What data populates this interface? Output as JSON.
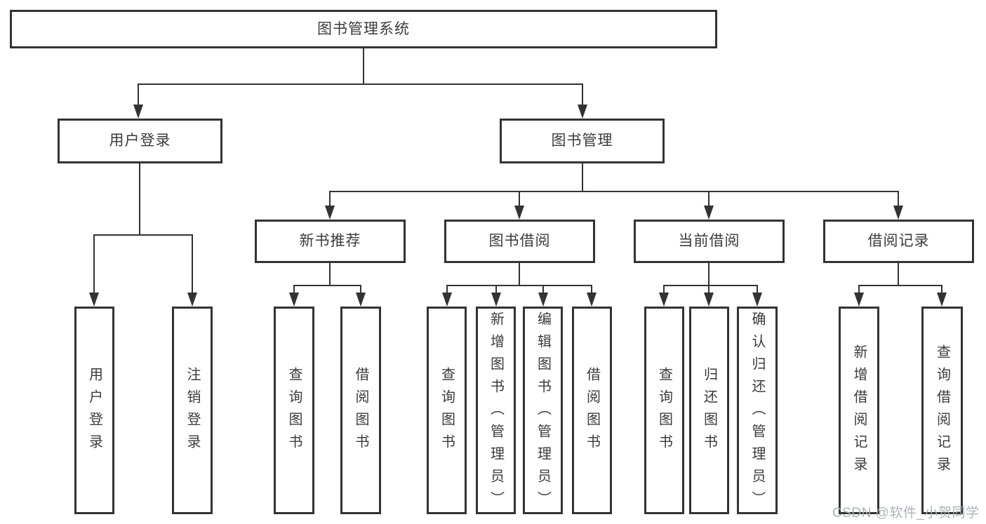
{
  "diagram": {
    "nodes": {
      "root": "图书管理系统",
      "user_login": "用户登录",
      "book_management": "图书管理",
      "new_book_recommend": "新书推荐",
      "book_borrowing": "图书借阅",
      "current_borrowing": "当前借阅",
      "borrowing_records": "借阅记录",
      "leaf_user_login": "用户登录",
      "leaf_logout": "注销登录",
      "leaf_query_books_1": "查询图书",
      "leaf_borrow_books_1": "借阅图书",
      "leaf_query_books_2": "查询图书",
      "leaf_add_books_admin": "新增图书（管理员）",
      "leaf_edit_books_admin": "编辑图书（管理员）",
      "leaf_borrow_books_2": "借阅图书",
      "leaf_query_books_3": "查询图书",
      "leaf_return_books": "归还图书",
      "leaf_confirm_return_admin": "确认归还（管理员）",
      "leaf_add_borrow_record": "新增借阅记录",
      "leaf_query_borrow_record": "查询借阅记录"
    },
    "colors": {
      "line": "#333333",
      "box_border": "#333333",
      "text": "#3b3b3b",
      "watermark": "#abaeb4"
    }
  },
  "watermark": {
    "text": "CSDN @软件_小贺同学"
  }
}
